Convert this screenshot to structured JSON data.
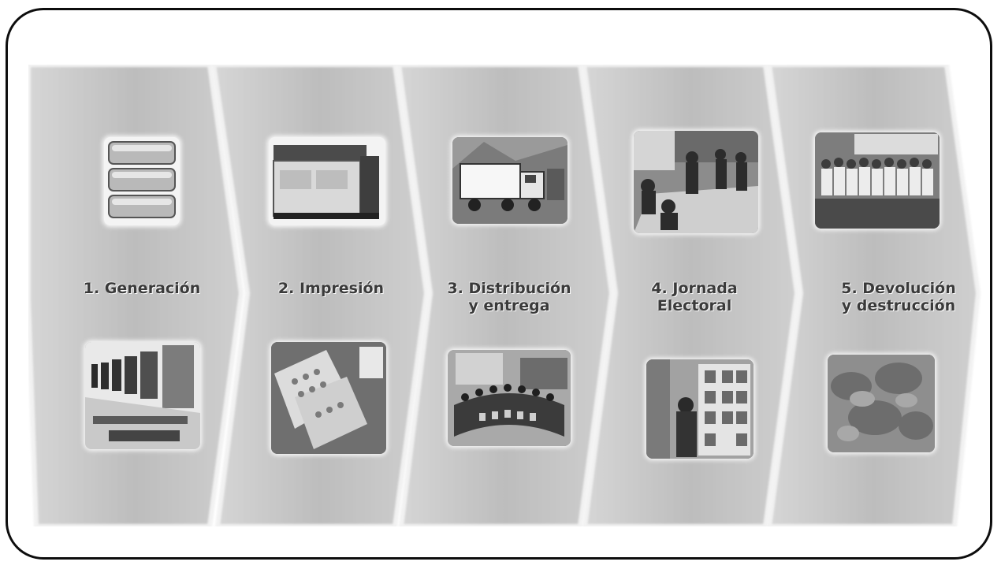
{
  "process": {
    "steps": [
      {
        "label": "1. Generación",
        "top_image": "database-icon",
        "bottom_image": "computer-lab-photo"
      },
      {
        "label": "2. Impresión",
        "top_image": "printing-press-photo",
        "bottom_image": "printed-ballots-photo"
      },
      {
        "label": "3. Distribución\ny entrega",
        "top_image": "delivery-truck-photo",
        "bottom_image": "delivery-ceremony-photo"
      },
      {
        "label": "4. Jornada\nElectoral",
        "top_image": "polling-station-photo",
        "bottom_image": "voting-booth-photo"
      },
      {
        "label": "5. Devolución\ny destrucción",
        "top_image": "officials-group-photo",
        "bottom_image": "shredded-paper-photo"
      }
    ]
  },
  "colors": {
    "border": "#0d0d0d",
    "chevron": "#c4c4c4",
    "chevron_edge": "#f2f2f2",
    "label": "#3a3a3a"
  }
}
